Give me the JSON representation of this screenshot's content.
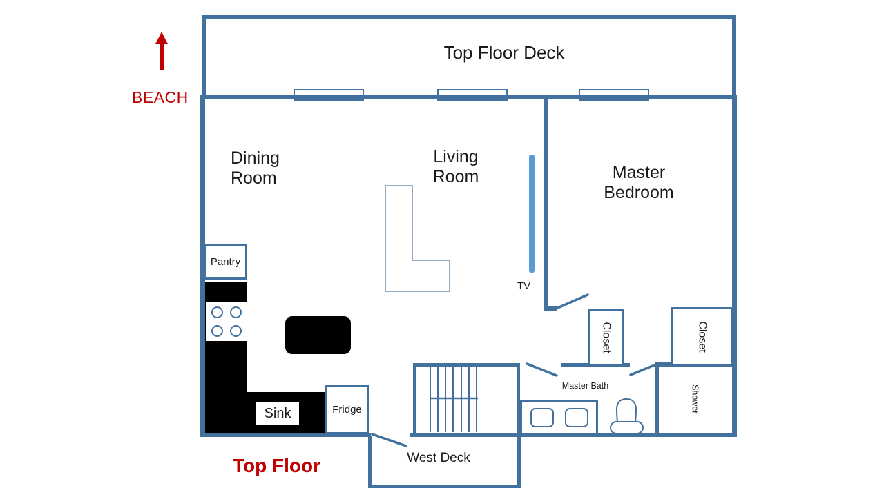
{
  "colors": {
    "wall": "#41719C",
    "tv": "#5B9BD5",
    "red": "#C00000",
    "text": "#1A1A1A",
    "sofa": "#7291B1"
  },
  "annotations": {
    "beach": "BEACH",
    "floor_title": "Top Floor"
  },
  "rooms": {
    "deck_top": "Top Floor Deck",
    "dining": "Dining Room",
    "living": "Living Room",
    "master_bedroom": "Master Bedroom",
    "master_bath": "Master Bath",
    "shower": "Shower",
    "closet_left": "Closet",
    "closet_right": "Closet",
    "west_deck": "West Deck"
  },
  "kitchen": {
    "pantry": "Pantry",
    "sink": "Sink",
    "fridge": "Fridge"
  },
  "fixtures": {
    "tv": "TV"
  }
}
